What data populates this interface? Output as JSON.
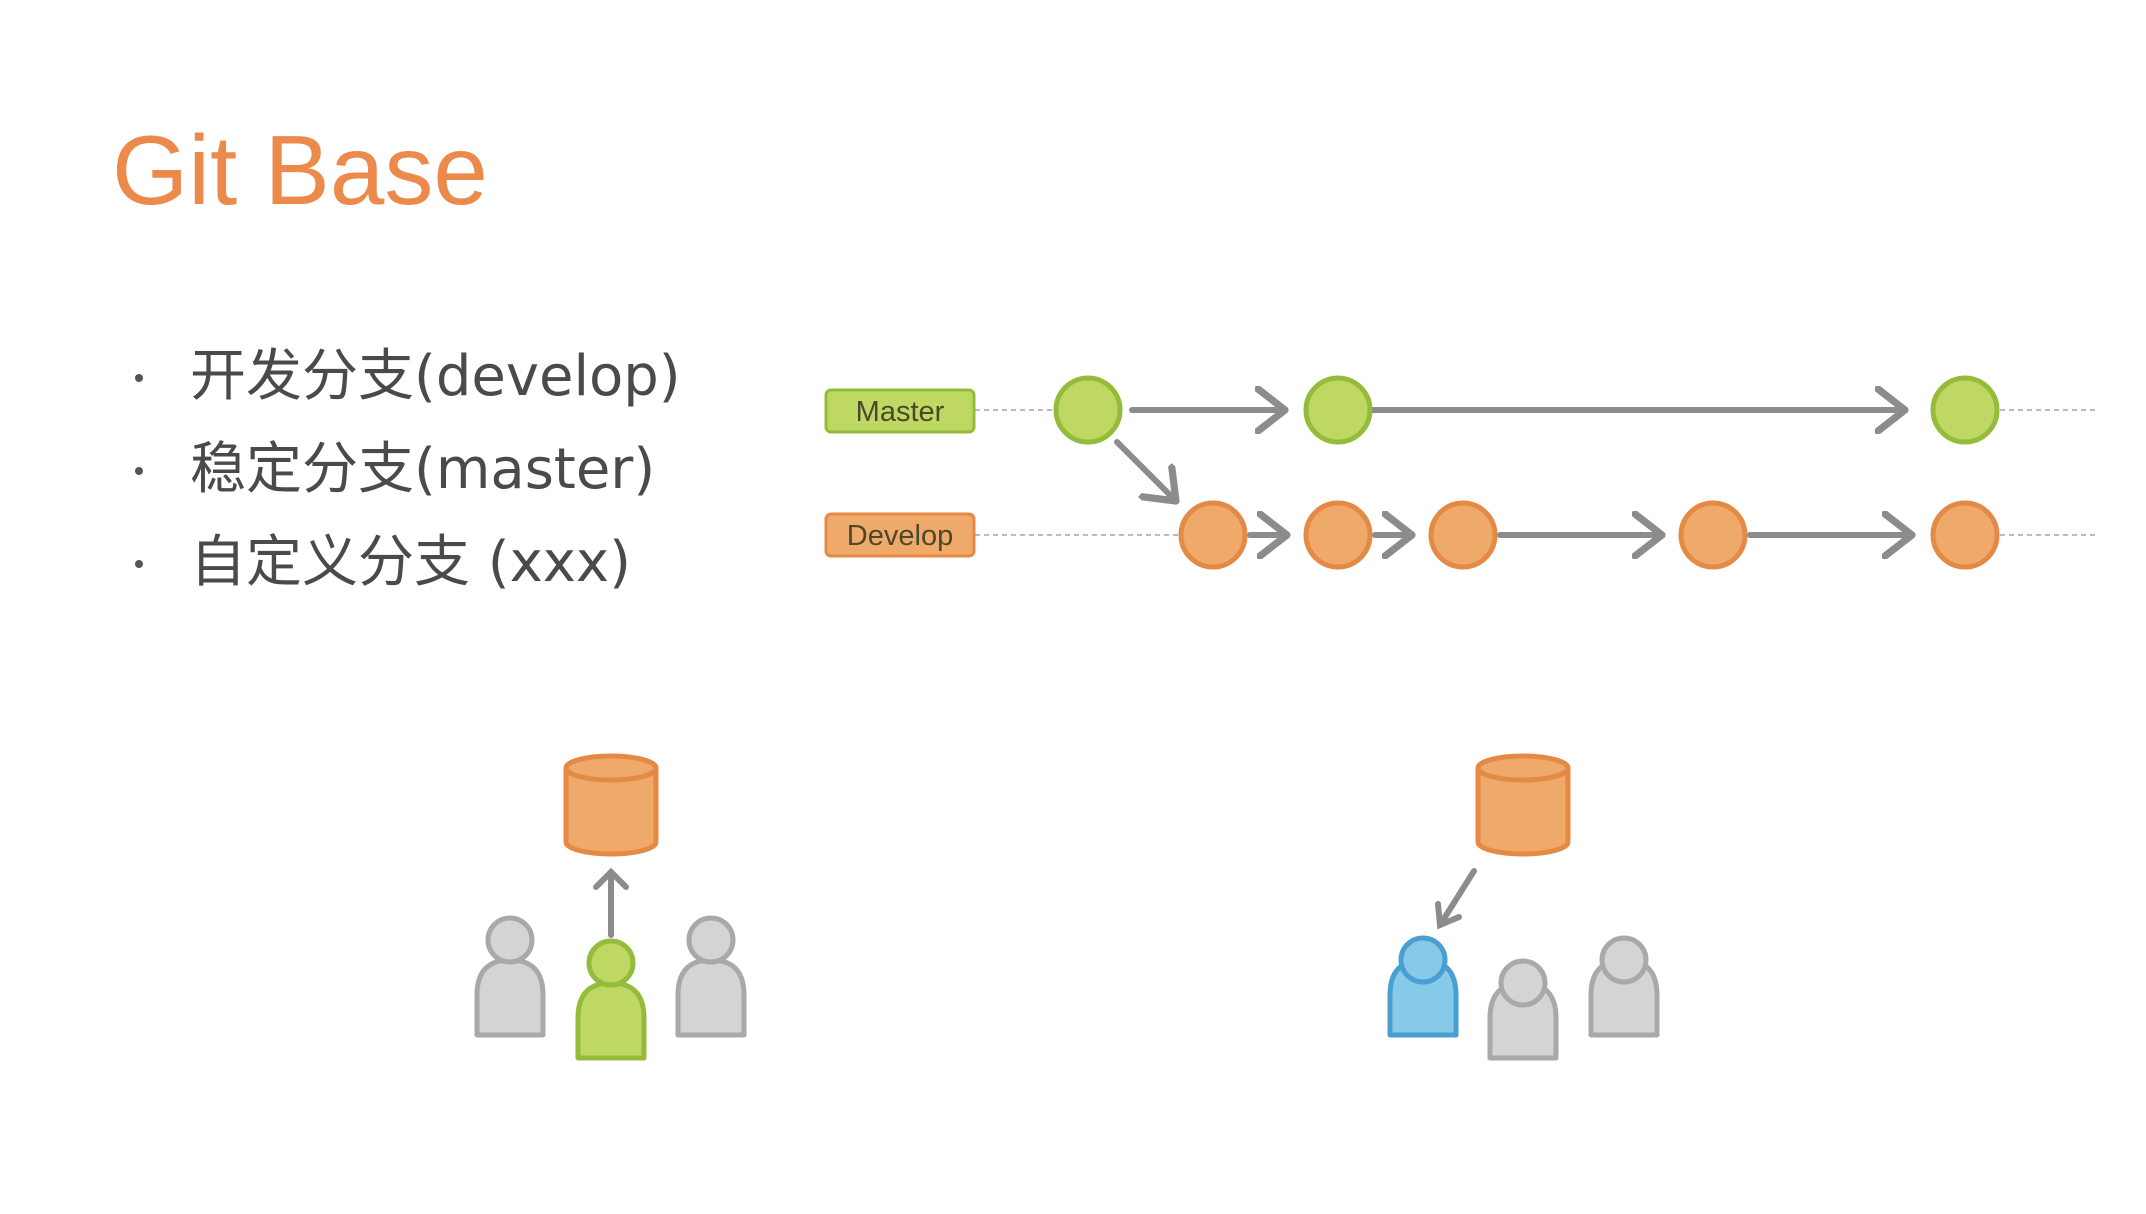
{
  "slide": {
    "title": "Git Base"
  },
  "bullets": [
    "开发分支(develop)",
    "稳定分支(master)",
    "自定义分支 (xxx)"
  ],
  "branches": {
    "master": {
      "label": "Master",
      "fill": "#BFD864",
      "stroke": "#94BC3A"
    },
    "develop": {
      "label": "Develop",
      "fill": "#EEA96B",
      "stroke": "#E48A45"
    }
  },
  "colors": {
    "title": "#EC8A4B",
    "arrow": "#8C8C8C",
    "dashed_line": "#BBBBBB",
    "repo_fill": "#EEA96B",
    "repo_stroke": "#E48A45",
    "user_gray_fill": "#D4D4D4",
    "user_gray_stroke": "#A9A9A9",
    "user_green_fill": "#BFD864",
    "user_green_stroke": "#94BC3A",
    "user_blue_fill": "#87C9E8",
    "user_blue_stroke": "#4A9FD2"
  },
  "icons": {
    "repository": "database-icon",
    "user": "user-icon",
    "push": "arrow-up-icon",
    "pull": "arrow-down-left-icon"
  }
}
